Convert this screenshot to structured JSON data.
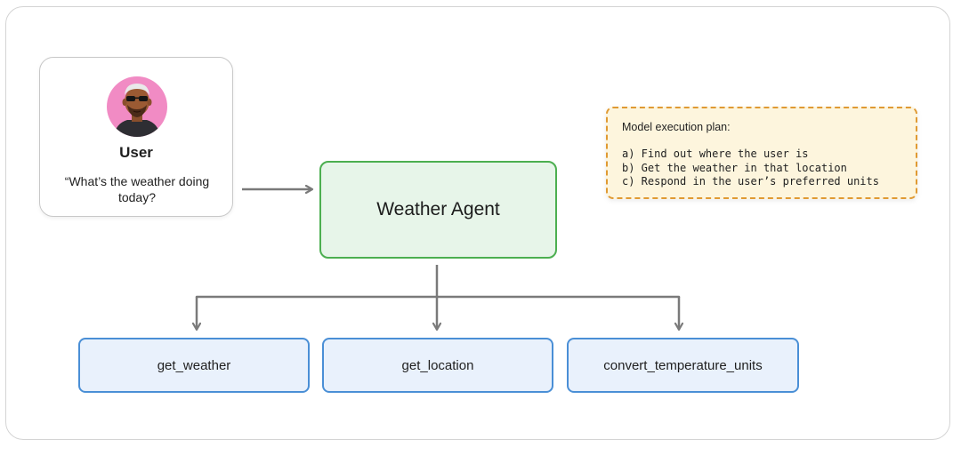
{
  "user": {
    "title": "User",
    "quote": "“What’s the weather doing today?"
  },
  "agent": {
    "label": "Weather Agent"
  },
  "tools": [
    {
      "label": "get_weather"
    },
    {
      "label": "get_location"
    },
    {
      "label": "convert_temperature_units"
    }
  ],
  "plan": {
    "title": "Model execution plan:",
    "steps": [
      "a) Find out where the user is",
      "b) Get the weather in that location",
      "c) Respond in the user’s preferred units"
    ]
  },
  "colors": {
    "agent_border": "#4caf50",
    "agent_fill": "#e7f5e9",
    "tool_border": "#4a8fd6",
    "tool_fill": "#e9f1fc",
    "plan_border": "#e09a33",
    "plan_fill": "#fdf5dd",
    "arrow": "#7a7a7a",
    "avatar_bg": "#f18bc4"
  }
}
